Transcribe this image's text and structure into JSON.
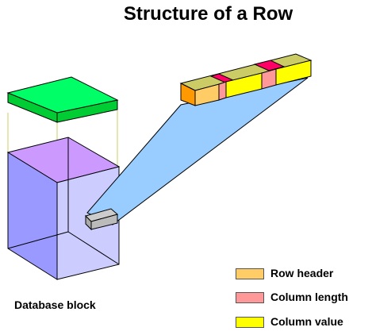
{
  "title": "Structure of a Row",
  "block_label": "Database block",
  "legend": [
    {
      "label": "Row header",
      "color": "#FFCC66"
    },
    {
      "label": "Column length",
      "color": "#FF9999"
    },
    {
      "label": "Column value",
      "color": "#FFFF00"
    }
  ],
  "colors": {
    "block_front": "#9999FF",
    "block_side": "#CCCCFF",
    "block_top": "#CC99FF",
    "lid_top": "#00FF66",
    "lid_front": "#00CC33",
    "projection": "#99CCFF",
    "row_top": "#CCCC66",
    "header_side": "#FF9900",
    "length_top": "#FF0066"
  }
}
